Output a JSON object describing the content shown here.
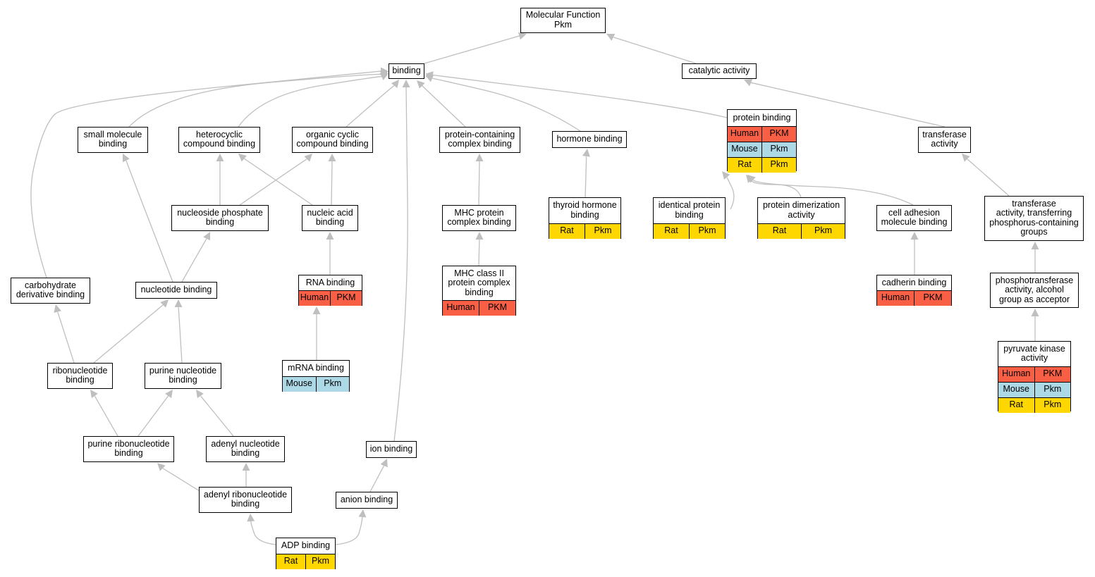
{
  "colors": {
    "edge": "#bfbfbf",
    "Human": "#f95f44",
    "Mouse": "#add8e6",
    "Rat": "#ffd700"
  },
  "nodes": {
    "mf": {
      "title": [
        "Molecular Function",
        "Pkm"
      ],
      "rows": []
    },
    "binding": {
      "title": [
        "binding"
      ],
      "rows": []
    },
    "catalytic": {
      "title": [
        "catalytic activity"
      ],
      "rows": []
    },
    "smallmol": {
      "title": [
        "small molecule",
        "binding"
      ],
      "rows": []
    },
    "heterocyclic": {
      "title": [
        "heterocyclic",
        "compound binding"
      ],
      "rows": []
    },
    "organiccyclic": {
      "title": [
        "organic cyclic",
        "compound binding"
      ],
      "rows": []
    },
    "proteincontaining": {
      "title": [
        "protein-containing",
        "complex binding"
      ],
      "rows": []
    },
    "hormone": {
      "title": [
        "hormone binding"
      ],
      "rows": []
    },
    "protein": {
      "title": [
        "protein binding"
      ],
      "rows": [
        [
          "Human",
          "PKM"
        ],
        [
          "Mouse",
          "Pkm"
        ],
        [
          "Rat",
          "Pkm"
        ]
      ]
    },
    "transferase": {
      "title": [
        "transferase",
        "activity"
      ],
      "rows": []
    },
    "nucleosidephos": {
      "title": [
        "nucleoside phosphate",
        "binding"
      ],
      "rows": []
    },
    "nucleicacid": {
      "title": [
        "nucleic acid",
        "binding"
      ],
      "rows": []
    },
    "mhcprotein": {
      "title": [
        "MHC protein",
        "complex binding"
      ],
      "rows": []
    },
    "thyroid": {
      "title": [
        "thyroid hormone",
        "binding"
      ],
      "rows": [
        [
          "Rat",
          "Pkm"
        ]
      ]
    },
    "identical": {
      "title": [
        "identical protein",
        "binding"
      ],
      "rows": [
        [
          "Rat",
          "Pkm"
        ]
      ]
    },
    "dimerization": {
      "title": [
        "protein dimerization",
        "activity"
      ],
      "rows": [
        [
          "Rat",
          "Pkm"
        ]
      ]
    },
    "celladhesion": {
      "title": [
        "cell adhesion",
        "molecule binding"
      ],
      "rows": []
    },
    "transferasephos": {
      "title": [
        "transferase",
        "activity, transferring",
        "phosphorus-containing",
        "groups"
      ],
      "rows": []
    },
    "carbohydrate": {
      "title": [
        "carbohydrate",
        "derivative binding"
      ],
      "rows": []
    },
    "nucleotide": {
      "title": [
        "nucleotide binding"
      ],
      "rows": []
    },
    "rna": {
      "title": [
        "RNA binding"
      ],
      "rows": [
        [
          "Human",
          "PKM"
        ]
      ]
    },
    "mhcclass2": {
      "title": [
        "MHC class II",
        "protein complex",
        "binding"
      ],
      "rows": [
        [
          "Human",
          "PKM"
        ]
      ]
    },
    "cadherin": {
      "title": [
        "cadherin binding"
      ],
      "rows": [
        [
          "Human",
          "PKM"
        ]
      ]
    },
    "phosphotransferase": {
      "title": [
        "phosphotransferase",
        "activity, alcohol",
        "group as acceptor"
      ],
      "rows": []
    },
    "ribonucleotide": {
      "title": [
        "ribonucleotide",
        "binding"
      ],
      "rows": []
    },
    "purinenucleotide": {
      "title": [
        "purine nucleotide",
        "binding"
      ],
      "rows": []
    },
    "mrna": {
      "title": [
        "mRNA binding"
      ],
      "rows": [
        [
          "Mouse",
          "Pkm"
        ]
      ]
    },
    "pyruvate": {
      "title": [
        "pyruvate kinase",
        "activity"
      ],
      "rows": [
        [
          "Human",
          "PKM"
        ],
        [
          "Mouse",
          "Pkm"
        ],
        [
          "Rat",
          "Pkm"
        ]
      ]
    },
    "purineribo": {
      "title": [
        "purine ribonucleotide",
        "binding"
      ],
      "rows": []
    },
    "adenylnuc": {
      "title": [
        "adenyl nucleotide",
        "binding"
      ],
      "rows": []
    },
    "ion": {
      "title": [
        "ion binding"
      ],
      "rows": []
    },
    "adenylribo": {
      "title": [
        "adenyl ribonucleotide",
        "binding"
      ],
      "rows": []
    },
    "anion": {
      "title": [
        "anion binding"
      ],
      "rows": []
    },
    "adp": {
      "title": [
        "ADP binding"
      ],
      "rows": [
        [
          "Rat",
          "Pkm"
        ]
      ]
    }
  },
  "edges": [
    [
      "binding",
      "mf"
    ],
    [
      "catalytic",
      "mf"
    ],
    [
      "smallmol",
      "binding"
    ],
    [
      "heterocyclic",
      "binding"
    ],
    [
      "organiccyclic",
      "binding"
    ],
    [
      "proteincontaining",
      "binding"
    ],
    [
      "hormone",
      "binding"
    ],
    [
      "protein",
      "binding"
    ],
    [
      "carbohydrate",
      "binding"
    ],
    [
      "ion",
      "binding"
    ],
    [
      "transferase",
      "catalytic"
    ],
    [
      "nucleosidephos",
      "heterocyclic"
    ],
    [
      "nucleosidephos",
      "organiccyclic"
    ],
    [
      "nucleicacid",
      "heterocyclic"
    ],
    [
      "nucleicacid",
      "organiccyclic"
    ],
    [
      "mhcprotein",
      "proteincontaining"
    ],
    [
      "thyroid",
      "hormone"
    ],
    [
      "identical",
      "protein"
    ],
    [
      "dimerization",
      "protein"
    ],
    [
      "celladhesion",
      "protein"
    ],
    [
      "transferasephos",
      "transferase"
    ],
    [
      "nucleotide",
      "nucleosidephos"
    ],
    [
      "nucleotide",
      "smallmol"
    ],
    [
      "rna",
      "nucleicacid"
    ],
    [
      "mhcclass2",
      "mhcprotein"
    ],
    [
      "cadherin",
      "celladhesion"
    ],
    [
      "phosphotransferase",
      "transferasephos"
    ],
    [
      "ribonucleotide",
      "carbohydrate"
    ],
    [
      "ribonucleotide",
      "nucleotide"
    ],
    [
      "purinenucleotide",
      "nucleotide"
    ],
    [
      "mrna",
      "rna"
    ],
    [
      "pyruvate",
      "phosphotransferase"
    ],
    [
      "purineribo",
      "ribonucleotide"
    ],
    [
      "purineribo",
      "purinenucleotide"
    ],
    [
      "adenylnuc",
      "purinenucleotide"
    ],
    [
      "adenylribo",
      "purineribo"
    ],
    [
      "adenylribo",
      "adenylnuc"
    ],
    [
      "anion",
      "ion"
    ],
    [
      "adp",
      "adenylribo"
    ],
    [
      "adp",
      "anion"
    ]
  ]
}
